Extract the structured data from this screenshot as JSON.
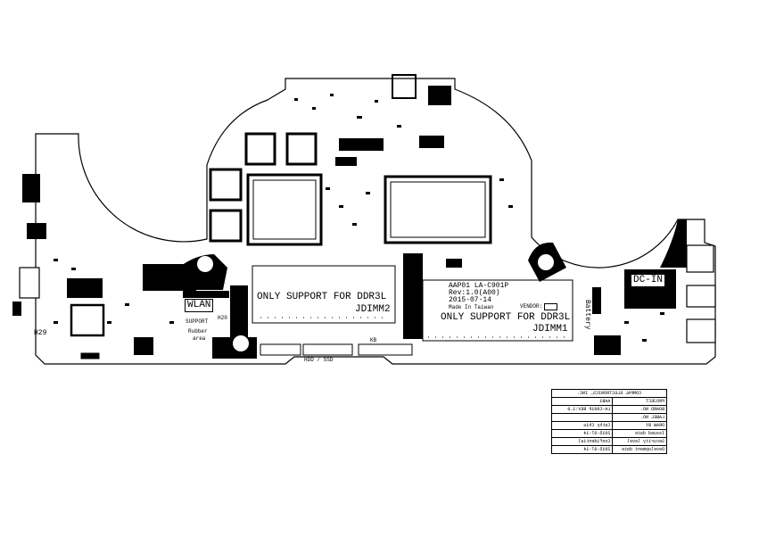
{
  "board": {
    "model_line": "AAP01 LA-C901P",
    "revision": "Rev:1.0(A00)",
    "date": "2015-07-14",
    "origin": "Made In Taiwan",
    "vendor_label": "VENDOR:"
  },
  "dimm1": {
    "note": "ONLY SUPPORT FOR DDR3L",
    "name": "JDIMM1"
  },
  "dimm2": {
    "note": "ONLY SUPPORT FOR DDR3L",
    "name": "JDIMM2"
  },
  "labels": {
    "wlan": "WLAN",
    "h20": "H20",
    "h29": "H29",
    "support": "SUPPORT",
    "rubber": "Rubber",
    "area": "area",
    "hdd_ssd": "HDD / SSD",
    "kb": "KB",
    "dc_in": "DC-IN",
    "battery": "Battery"
  },
  "title_block": {
    "company": "COMPAL ELECTRONICS, INC.",
    "rows": [
      {
        "key": "PROJECT",
        "value": "AAB1"
      },
      {
        "key": "BOARD NO.",
        "value": "LA-C901P REV:1.0 (A00)"
      },
      {
        "key": "LABEL NO.",
        "value": ""
      },
      {
        "key": "DRAW BY",
        "value": "Cathy Chiu"
      },
      {
        "key": "Issued date",
        "value": "2015-07-14"
      },
      {
        "key": "Security level",
        "value": "Confidential"
      },
      {
        "key": "Development date",
        "value": "2015-07-14"
      }
    ]
  }
}
